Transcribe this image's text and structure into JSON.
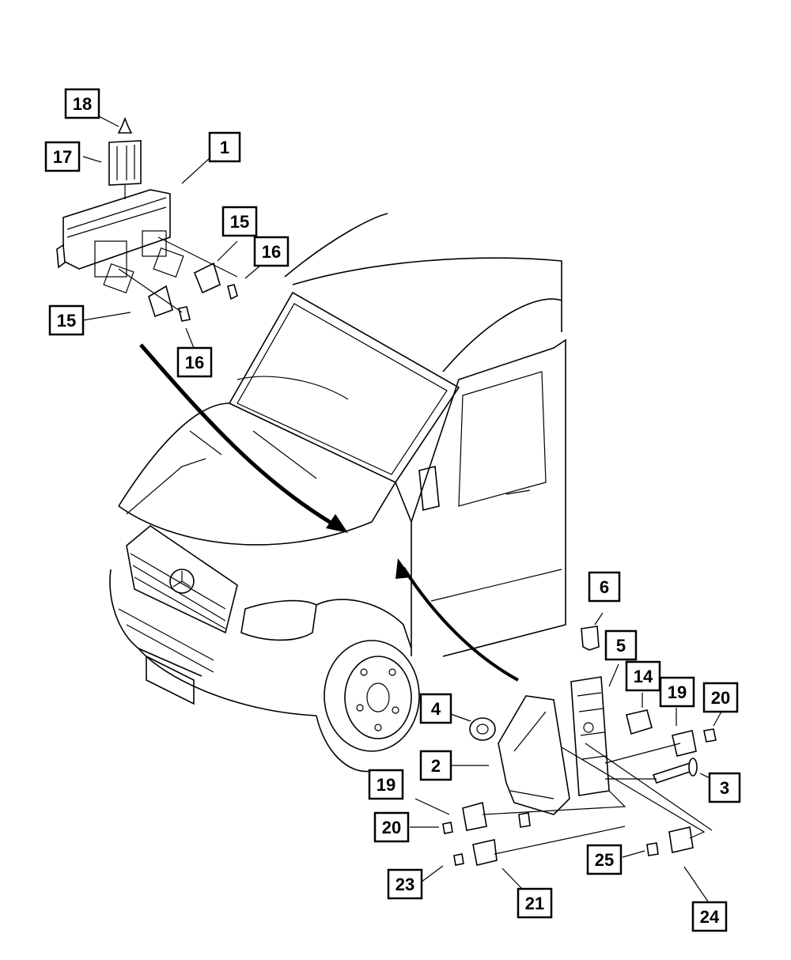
{
  "callouts": [
    {
      "id": "c1",
      "label": "1"
    },
    {
      "id": "c2",
      "label": "2"
    },
    {
      "id": "c3",
      "label": "3"
    },
    {
      "id": "c4",
      "label": "4"
    },
    {
      "id": "c5",
      "label": "5"
    },
    {
      "id": "c6",
      "label": "6"
    },
    {
      "id": "c14",
      "label": "14"
    },
    {
      "id": "c15a",
      "label": "15"
    },
    {
      "id": "c15b",
      "label": "15"
    },
    {
      "id": "c16a",
      "label": "16"
    },
    {
      "id": "c16b",
      "label": "16"
    },
    {
      "id": "c17",
      "label": "17"
    },
    {
      "id": "c18",
      "label": "18"
    },
    {
      "id": "c19a",
      "label": "19"
    },
    {
      "id": "c19b",
      "label": "19"
    },
    {
      "id": "c20a",
      "label": "20"
    },
    {
      "id": "c20b",
      "label": "20"
    },
    {
      "id": "c21",
      "label": "21"
    },
    {
      "id": "c23",
      "label": "23"
    },
    {
      "id": "c24",
      "label": "24"
    },
    {
      "id": "c25",
      "label": "25"
    }
  ]
}
